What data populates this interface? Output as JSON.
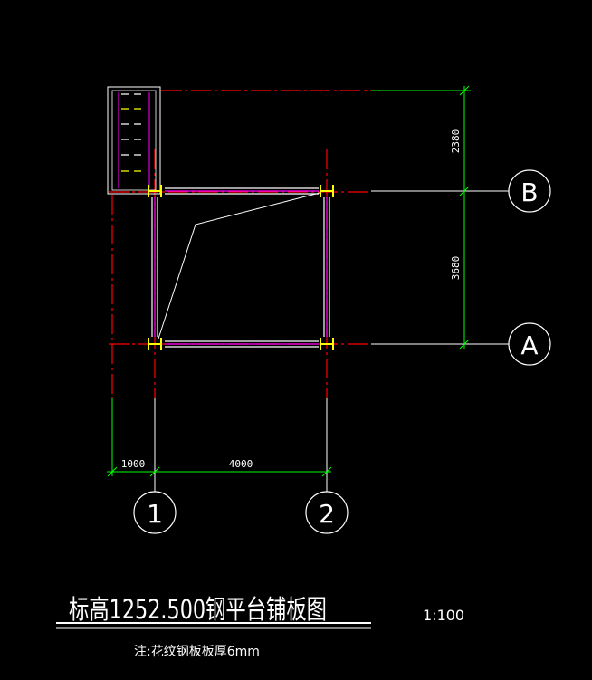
{
  "drawing": {
    "title": "标高1252.500钢平台铺板图",
    "scale": "1:100",
    "note": "注:花纹钢板板厚6mm"
  },
  "axes": {
    "rows": [
      {
        "label": "B"
      },
      {
        "label": "A"
      }
    ],
    "columns": [
      {
        "label": "1"
      },
      {
        "label": "2"
      }
    ]
  },
  "dimensions": {
    "vertical": [
      {
        "value": "2380"
      },
      {
        "value": "3680"
      }
    ],
    "horizontal": [
      {
        "value": "1000"
      },
      {
        "value": "4000"
      }
    ]
  },
  "colors": {
    "background": "#000000",
    "axis_line": "#ff0000",
    "grid_line": "#ffffff",
    "dimension": "#00ff00",
    "beam_inner": "#ff00ff",
    "beam_outer": "#ffffff",
    "column": "#ffff00",
    "stair_dash": "#ffff00"
  }
}
